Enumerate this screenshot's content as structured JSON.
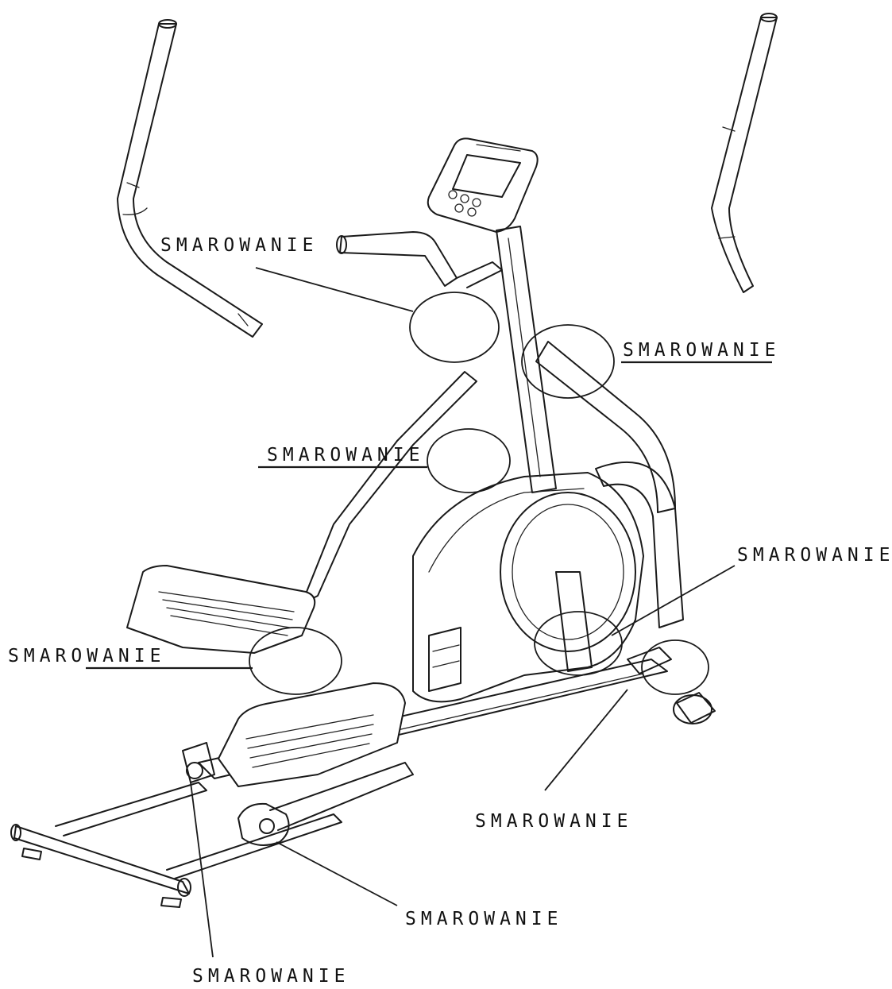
{
  "labels": {
    "upper_left_handle_pivot": "SMAROWANIE",
    "upper_right_handle_pivot": "SMAROWANIE",
    "mast_pivot": "SMAROWANIE",
    "right_wheel_axle": "SMAROWANIE",
    "left_pedal_pivot": "SMAROWANIE",
    "rear_right_axle": "SMAROWANIE",
    "front_roller": "SMAROWANIE",
    "front_left_roller": "SMAROWANIE"
  }
}
